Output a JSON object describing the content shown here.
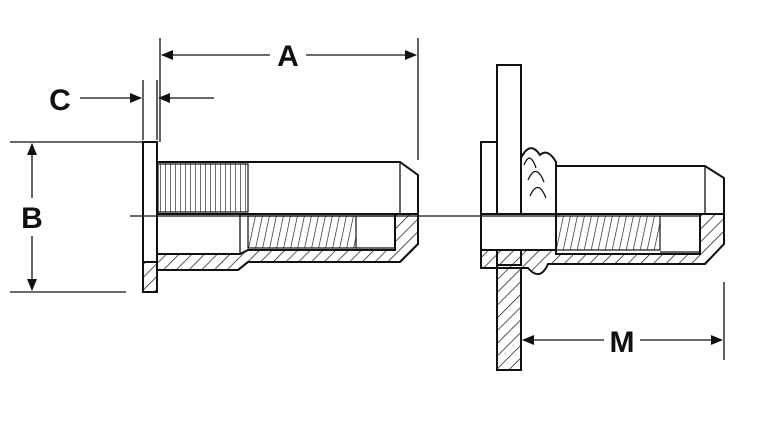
{
  "diagram": {
    "labels": {
      "a": "A",
      "b": "B",
      "c": "C",
      "m": "M"
    },
    "colors": {
      "ink": "#111111",
      "background": "#ffffff"
    }
  }
}
